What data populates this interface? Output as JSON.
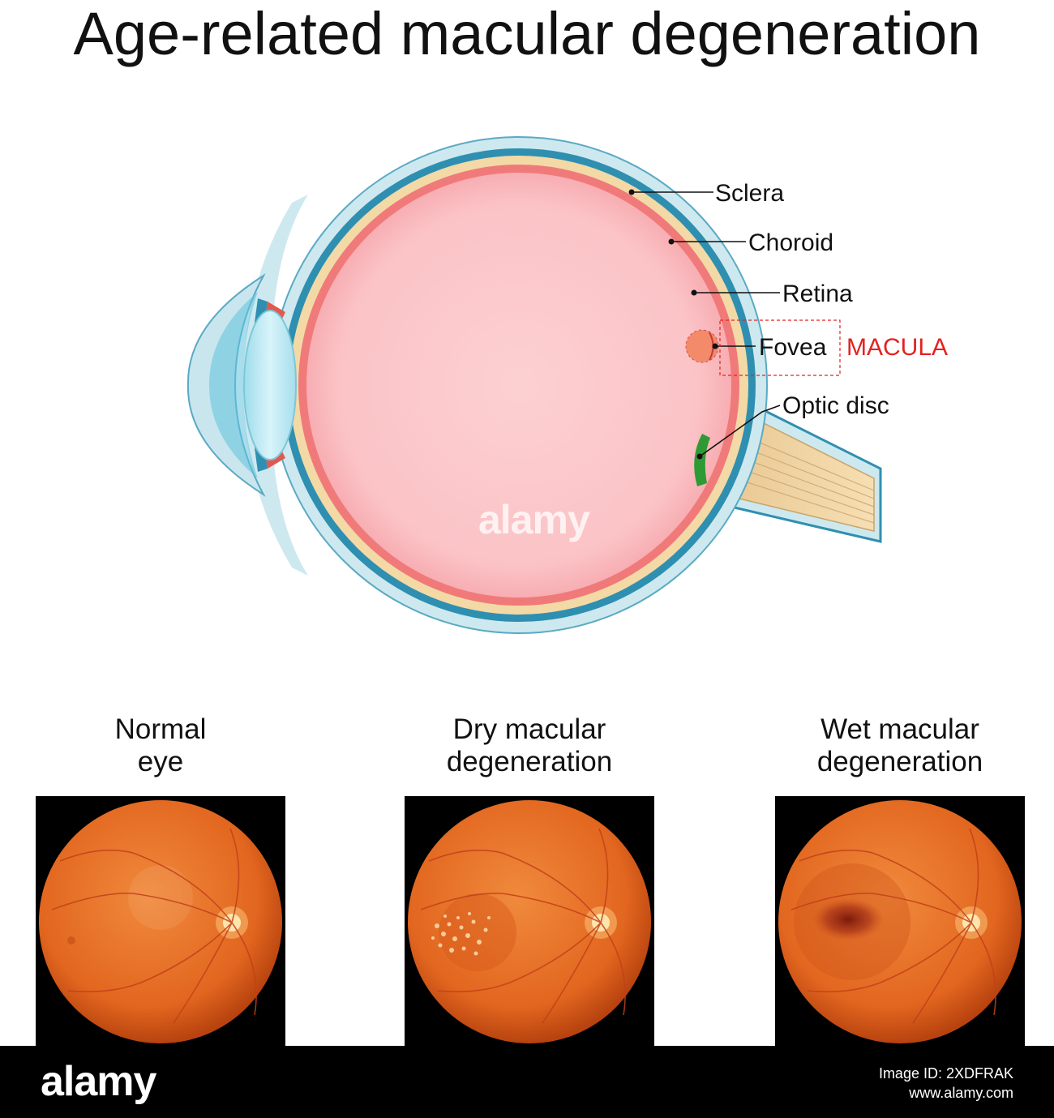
{
  "title": "Age-related macular degeneration",
  "eye_labels": {
    "sclera": "Sclera",
    "choroid": "Choroid",
    "retina": "Retina",
    "fovea": "Fovea",
    "macula": "MACULA",
    "optic_disc": "Optic disc"
  },
  "panels": [
    {
      "caption_line1": "Normal",
      "caption_line2": "eye"
    },
    {
      "caption_line1": "Dry macular",
      "caption_line2": "degeneration"
    },
    {
      "caption_line1": "Wet macular",
      "caption_line2": "degeneration"
    }
  ],
  "watermark": {
    "logo": "alamy",
    "image_id": "Image ID: 2XDFRAK",
    "site": "www.alamy.com"
  },
  "colors": {
    "sclera": "#c9e6ee",
    "choroid_band": "#2f8fb0",
    "choroid": "#f3d9a6",
    "retina": "#f07a7a",
    "vitreous": "#fbc3c6",
    "lens": "#bfe9f4",
    "optic_disc": "#2e9a35",
    "macula_label": "#e32320",
    "fundus_orange": "#e2661f"
  }
}
